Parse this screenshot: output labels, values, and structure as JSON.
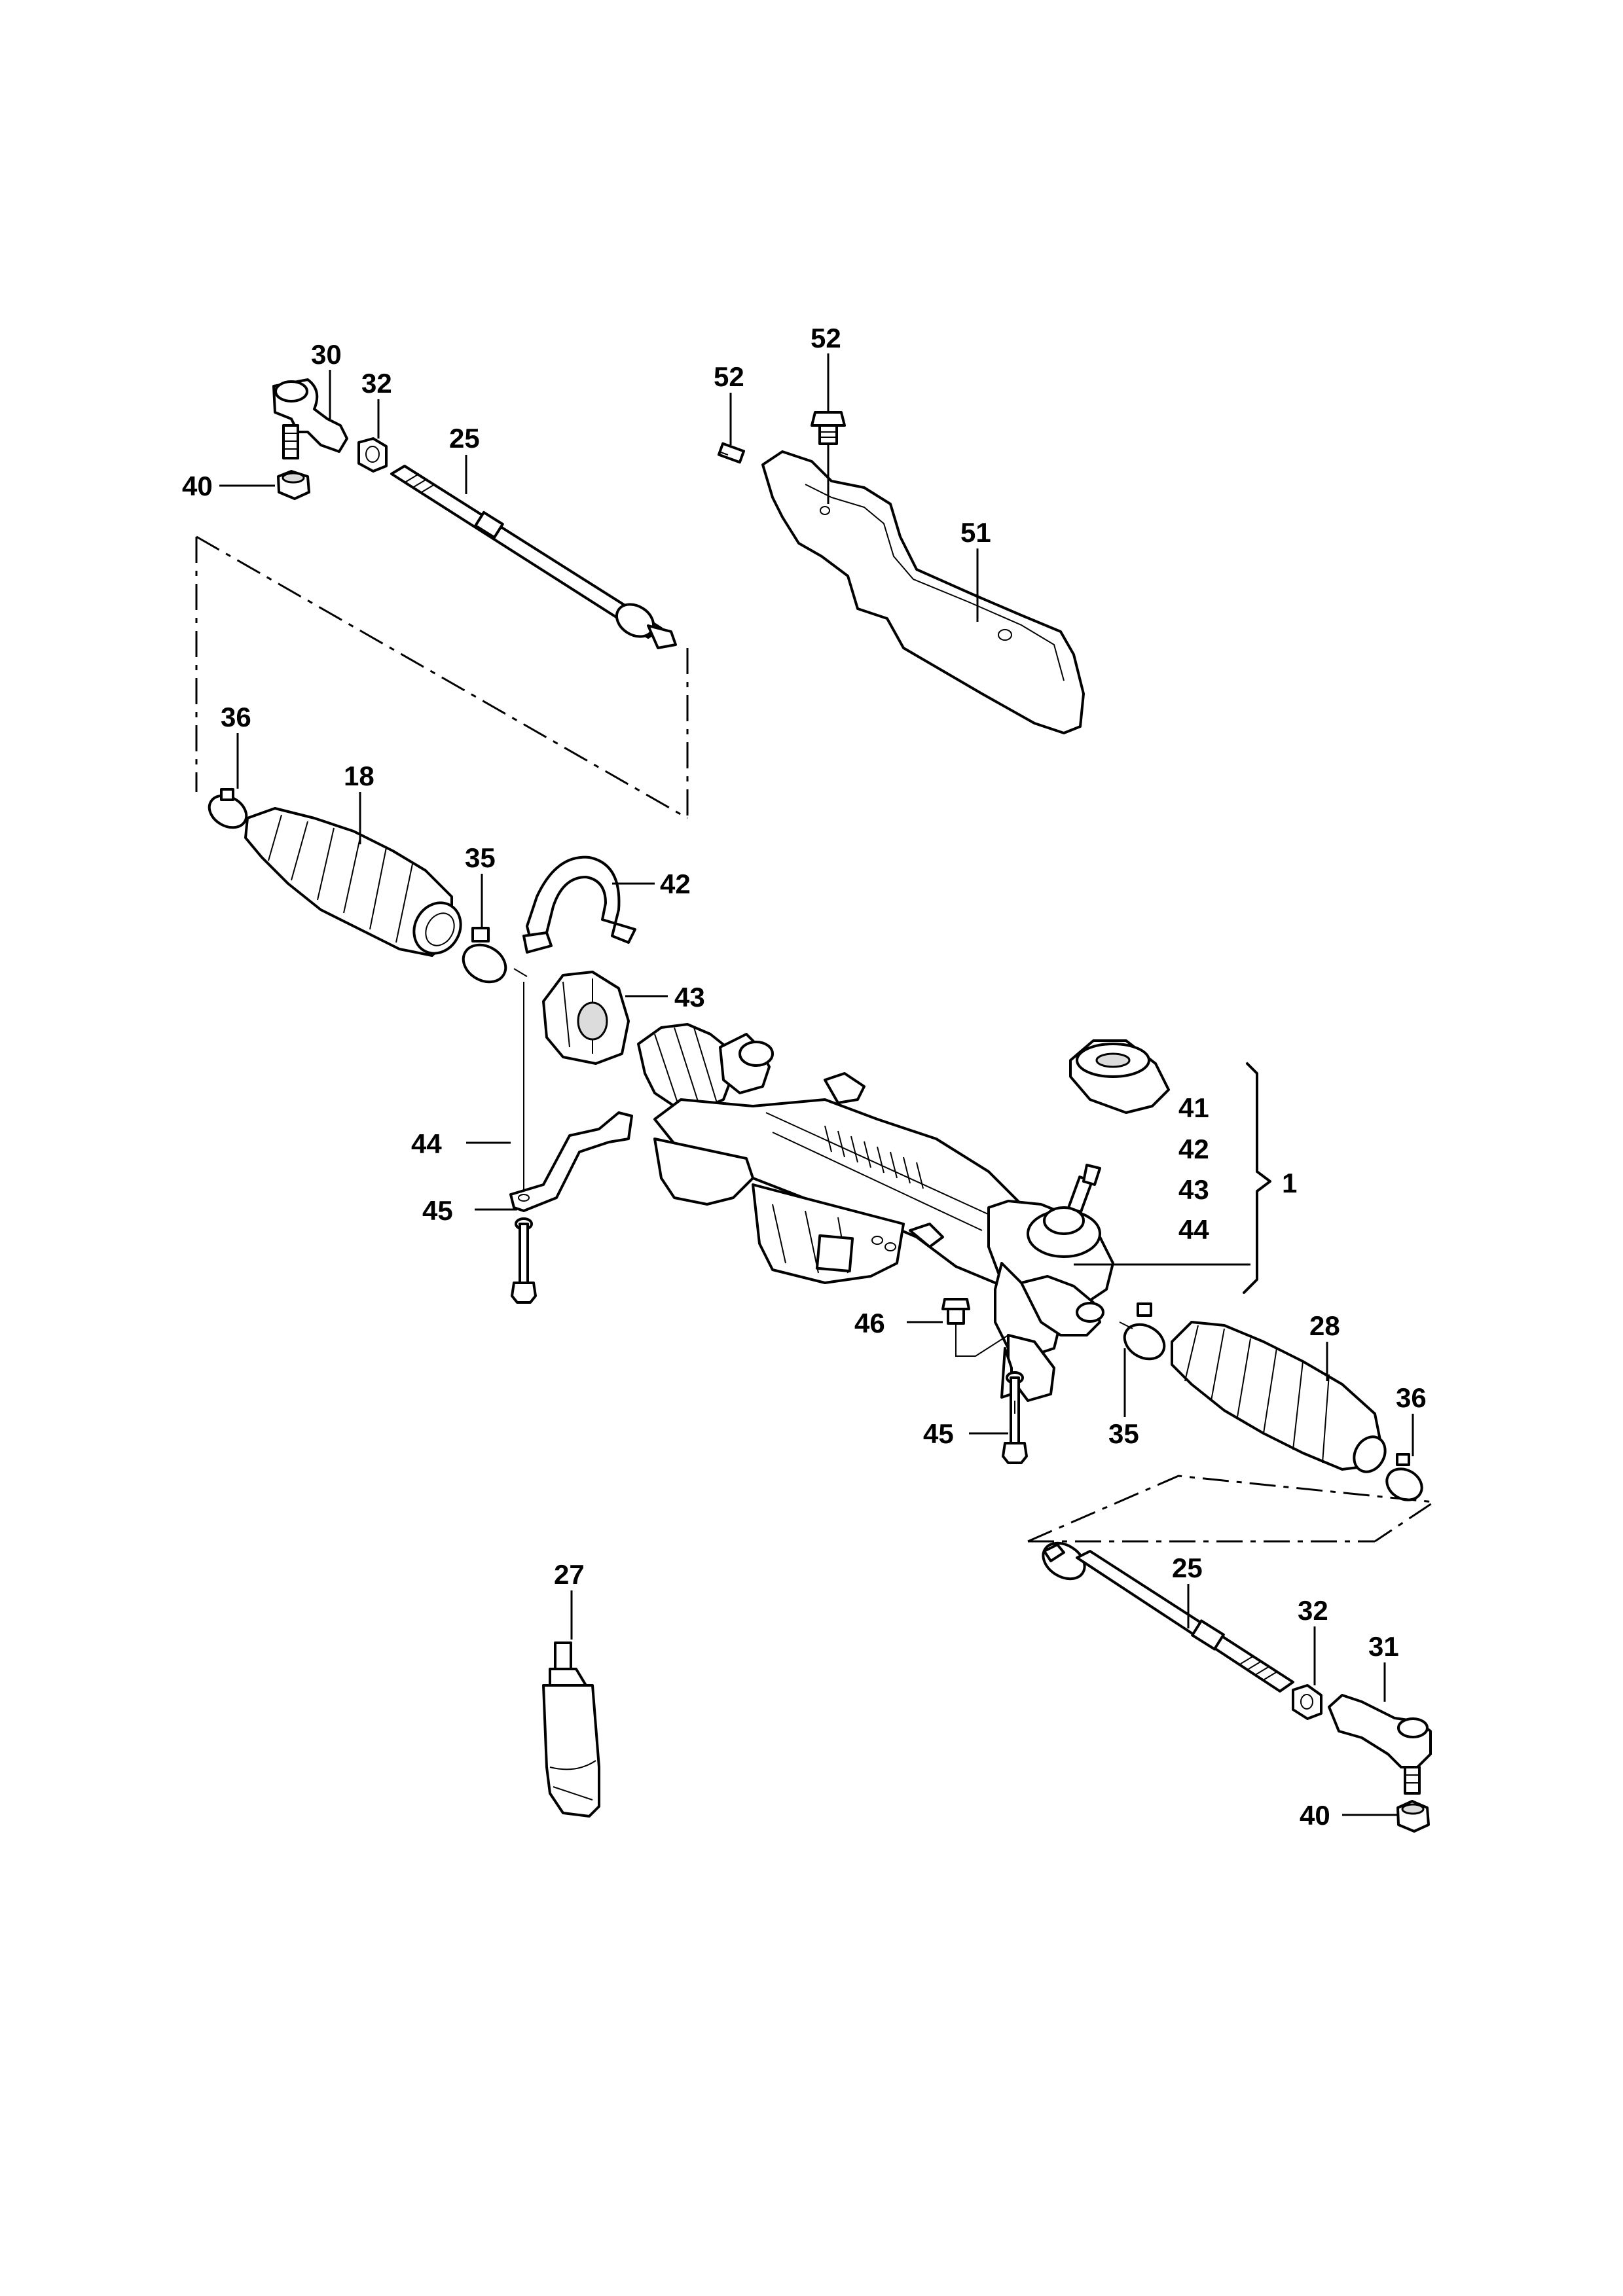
{
  "callouts": {
    "c30": "30",
    "c32a": "32",
    "c25a": "25",
    "c40a": "40",
    "c52a": "52",
    "c52b": "52",
    "c51": "51",
    "c36a": "36",
    "c18": "18",
    "c35a": "35",
    "c42": "42",
    "c43": "43",
    "c41g": "41",
    "c42g": "42",
    "c43g": "43",
    "c44g": "44",
    "c1": "1",
    "c44": "44",
    "c45a": "45",
    "c46": "46",
    "c28": "28",
    "c36b": "36",
    "c45b": "45",
    "c35b": "35",
    "c27": "27",
    "c25b": "25",
    "c32b": "32",
    "c31": "31",
    "c40b": "40"
  }
}
